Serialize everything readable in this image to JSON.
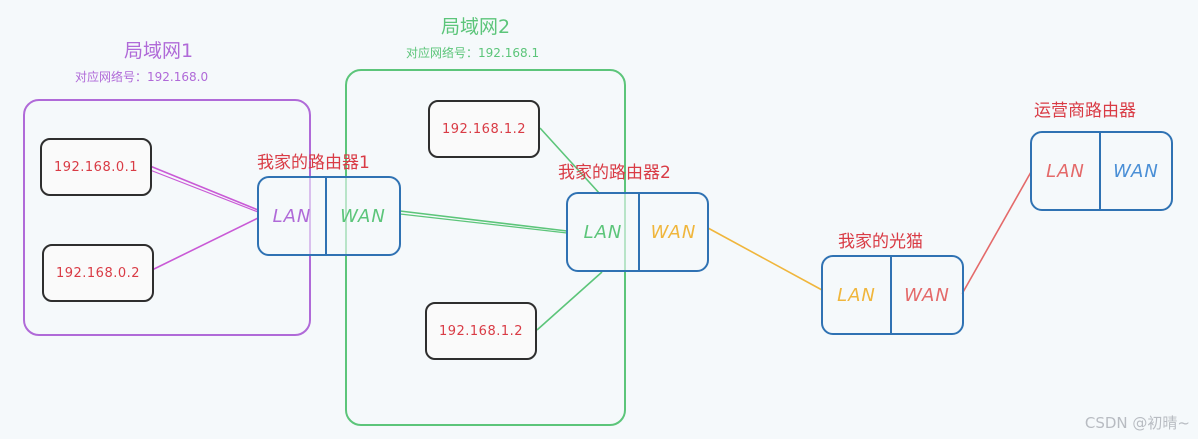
{
  "lan1": {
    "title": "局域网1",
    "subtitle": "对应网络号：192.168.0"
  },
  "lan2": {
    "title": "局域网2",
    "subtitle": "对应网络号：192.168.1"
  },
  "hosts": {
    "host_a": "192.168.0.1",
    "host_b": "192.168.0.2",
    "host_c": "192.168.1.2",
    "host_d": "192.168.1.2"
  },
  "router1": {
    "title": "我家的路由器1",
    "lan": "LAN",
    "wan": "WAN"
  },
  "router2": {
    "title": "我家的路由器2",
    "lan": "LAN",
    "wan": "WAN"
  },
  "modem": {
    "title": "我家的光猫",
    "lan": "LAN",
    "wan": "WAN"
  },
  "isp_router": {
    "title": "运营商路由器",
    "lan": "LAN",
    "wan": "WAN"
  },
  "watermark": "CSDN @初晴~",
  "colors": {
    "lan1": "#b06ad8",
    "lan2": "#5cc57a",
    "router_border": "#2f72b3",
    "host_text": "#d93b45",
    "title_red": "#d93b45",
    "wan_orange": "#f0b63c",
    "wan_red": "#e46a6a",
    "wan_blue": "#4a8fd6"
  }
}
